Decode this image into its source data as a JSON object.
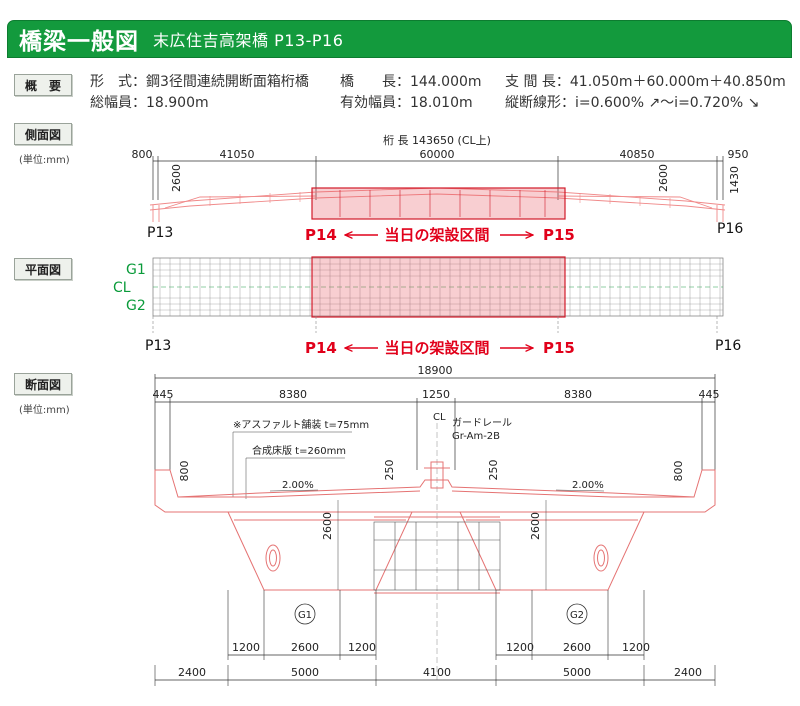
{
  "title": {
    "main": "橋梁一般図",
    "sub": "末広住吉高架橋 P13-P16"
  },
  "sections": {
    "overview": "概　要",
    "side": "側面図",
    "plan": "平面図",
    "cross": "断面図",
    "unit": "(単位:mm)"
  },
  "specs": {
    "type": "形　式：鋼3径間連続開断面箱桁橋",
    "bridge_length": "橋　　長：144.000m",
    "span": "支 間 長：41.050m＋60.000m＋40.850m",
    "total_width": "総幅員：18.900m",
    "effective_width": "有効幅員：18.010m",
    "gradient": "縦断線形：i=0.600% ↗～i=0.720% ↘"
  },
  "side_view": {
    "girder_length": "桁 長 143650 (CL上)",
    "dims": [
      "800",
      "41050",
      "60000",
      "40850",
      "950"
    ],
    "heights": [
      "2600",
      "2600",
      "1430"
    ],
    "piers": {
      "p13": "P13",
      "p14": "P14",
      "p15": "P15",
      "p16": "P16"
    },
    "erection": "当日の架設区間"
  },
  "plan_view": {
    "lines": [
      "G1",
      "CL",
      "G2"
    ],
    "piers": {
      "p13": "P13",
      "p14": "P14",
      "p15": "P15",
      "p16": "P16"
    },
    "erection": "当日の架設区間"
  },
  "cross_section": {
    "total": "18900",
    "top_dims": [
      "445",
      "8380",
      "1250",
      "8380",
      "445"
    ],
    "asphalt": "※アスファルト舗装  t=75mm",
    "slab": "合成床版  t=260mm",
    "cl": "CL",
    "guardrail_1": "ガードレール",
    "guardrail_2": "Gr-Am-2B",
    "slope_left": "2.00%",
    "slope_right": "2.00%",
    "heights": [
      "800",
      "250",
      "250",
      "800",
      "2600",
      "2600"
    ],
    "girders": [
      "G1",
      "G2"
    ],
    "bottom_row1": [
      "1200",
      "2600",
      "1200",
      "1200",
      "2600",
      "1200"
    ],
    "bottom_row2": [
      "2400",
      "5000",
      "4100",
      "5000",
      "2400"
    ]
  },
  "colors": {
    "green": "#139a3d",
    "red": "#e1001a",
    "pink": "#f08a8a",
    "fill": "rgba(230,80,90,0.25)"
  }
}
